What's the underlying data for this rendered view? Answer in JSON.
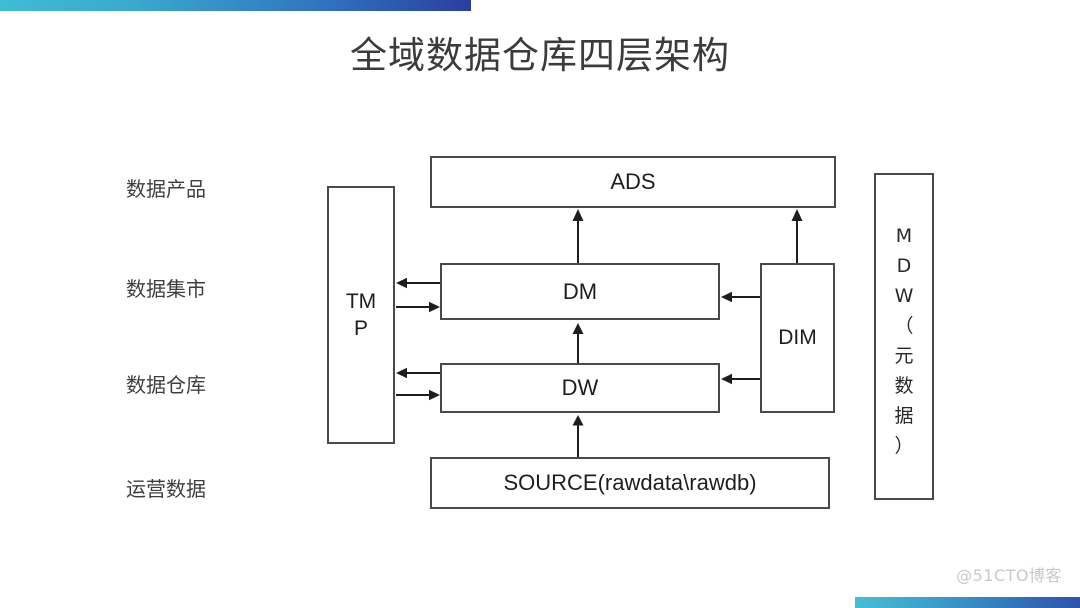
{
  "slide": {
    "title": "全域数据仓库四层架构",
    "background_color": "#ffffff",
    "watermark": "@51CTO博客"
  },
  "decoration": {
    "top_bar": {
      "name": "top-gradient-bar",
      "from_color": "#3fbcd4",
      "to_color": "#2a3e9e"
    },
    "bottom_bar": {
      "name": "bottom-gradient-bar",
      "from_color": "#45bfd6",
      "to_color": "#2c53ab"
    }
  },
  "layer_labels": [
    {
      "id": "data-product",
      "text": "数据产品"
    },
    {
      "id": "data-mart",
      "text": "数据集市"
    },
    {
      "id": "data-warehouse",
      "text": "数据仓库"
    },
    {
      "id": "operational",
      "text": "运营数据"
    }
  ],
  "diagram": {
    "type": "block-architecture",
    "nodes": [
      {
        "id": "ads",
        "label": "ADS",
        "layer": "数据产品"
      },
      {
        "id": "tmp",
        "label": "TM\nP",
        "layer": "span"
      },
      {
        "id": "dm",
        "label": "DM",
        "layer": "数据集市"
      },
      {
        "id": "dw",
        "label": "DW",
        "layer": "数据仓库"
      },
      {
        "id": "dim",
        "label": "DIM",
        "layer": "span"
      },
      {
        "id": "source",
        "label": "SOURCE(rawdata\\rawdb)",
        "layer": "运营数据"
      },
      {
        "id": "mdw",
        "label": "M\nD\nW\n（\n元\n数\n据\n）",
        "layer": "span"
      }
    ],
    "edges": [
      {
        "from": "source",
        "to": "dw",
        "direction": "up"
      },
      {
        "from": "dw",
        "to": "dm",
        "direction": "up"
      },
      {
        "from": "dm",
        "to": "ads",
        "direction": "up"
      },
      {
        "from": "dim",
        "to": "ads",
        "direction": "up"
      },
      {
        "from": "dm",
        "to": "tmp",
        "direction": "left"
      },
      {
        "from": "tmp",
        "to": "dm",
        "direction": "right"
      },
      {
        "from": "dw",
        "to": "tmp",
        "direction": "left"
      },
      {
        "from": "tmp",
        "to": "dw",
        "direction": "right"
      },
      {
        "from": "dim",
        "to": "dm",
        "direction": "left"
      },
      {
        "from": "dim",
        "to": "dw",
        "direction": "left"
      }
    ],
    "stroke_color": "#4a4a4a"
  }
}
